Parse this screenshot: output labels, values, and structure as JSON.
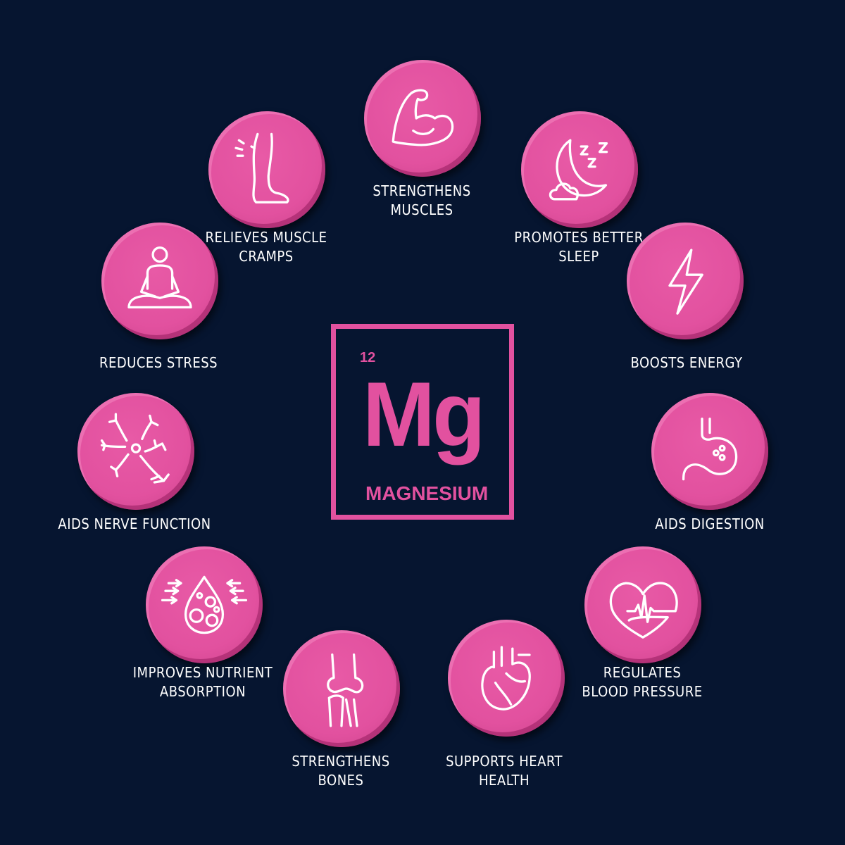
{
  "theme": {
    "background": "#061530",
    "accent": "#e2519f",
    "text": "#ffffff"
  },
  "element": {
    "atomic_number": "12",
    "symbol": "Mg",
    "name": "MAGNESIUM"
  },
  "benefits": [
    {
      "icon": "flexed-bicep-icon",
      "line1": "STRENGTHENS",
      "line2": "MUSCLES"
    },
    {
      "icon": "moon-sleep-icon",
      "line1": "PROMOTES BETTER",
      "line2": "SLEEP"
    },
    {
      "icon": "lightning-bolt-icon",
      "line1": "BOOSTS ENERGY",
      "line2": ""
    },
    {
      "icon": "stomach-icon",
      "line1": "AIDS DIGESTION",
      "line2": ""
    },
    {
      "icon": "heart-pulse-icon",
      "line1": "REGULATES",
      "line2": "BLOOD PRESSURE"
    },
    {
      "icon": "anatomical-heart-icon",
      "line1": "SUPPORTS HEART",
      "line2": "HEALTH"
    },
    {
      "icon": "knee-bone-icon",
      "line1": "STRENGTHENS",
      "line2": "BONES"
    },
    {
      "icon": "nutrient-drop-icon",
      "line1": "IMPROVES NUTRIENT",
      "line2": "ABSORPTION"
    },
    {
      "icon": "neuron-icon",
      "line1": "AIDS NERVE FUNCTION",
      "line2": ""
    },
    {
      "icon": "meditation-icon",
      "line1": "REDUCES STRESS",
      "line2": ""
    },
    {
      "icon": "leg-cramp-icon",
      "line1": "RELIEVES MUSCLE",
      "line2": "CRAMPS"
    }
  ]
}
